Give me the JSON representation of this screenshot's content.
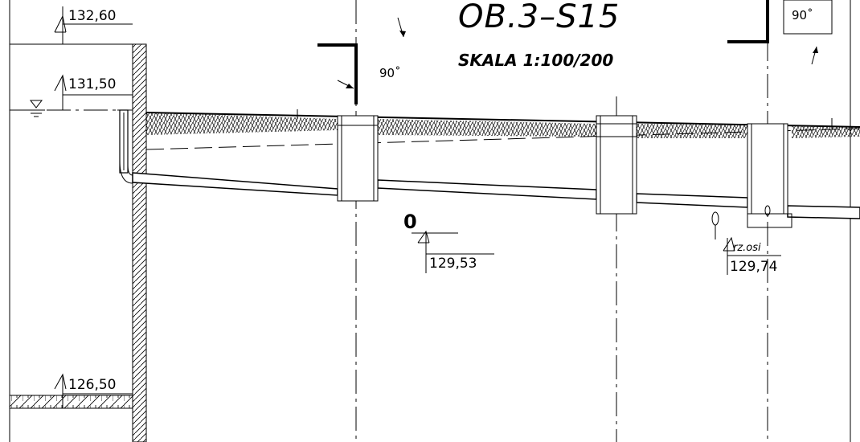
{
  "title": "OB.3–S15",
  "subtitle": "SKALA  1:100/200",
  "levels": {
    "top": "132,60",
    "water": "131,50",
    "bottom": "126,50",
    "invert_left": "129,53",
    "invert_right": "129,74"
  },
  "labels": {
    "angle_left": "90˚",
    "angle_right": "90˚",
    "zero_mark": "0",
    "axis_note": "rz.osi"
  }
}
